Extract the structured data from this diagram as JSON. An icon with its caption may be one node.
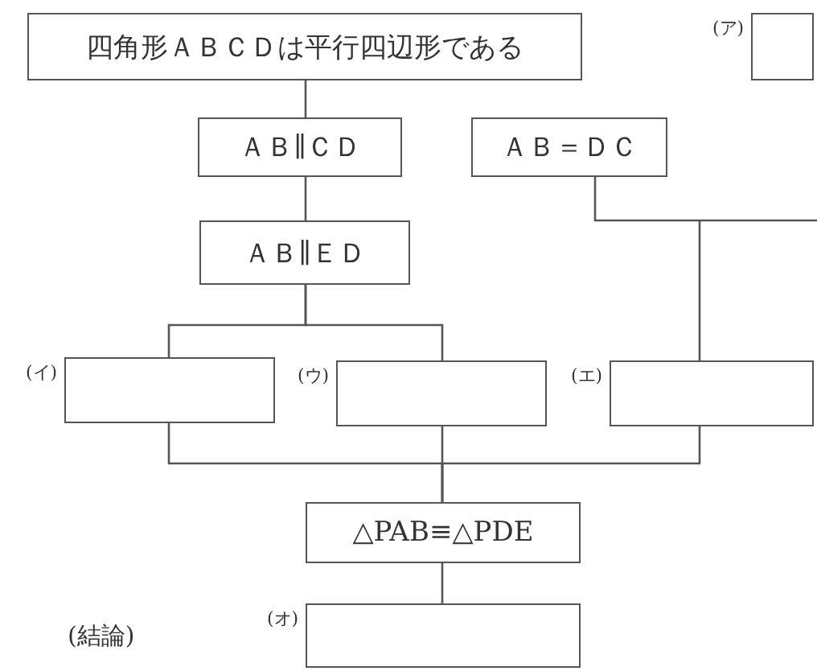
{
  "diagram": {
    "nodes": [
      {
        "text": [
          "四角形ＡＢＣＤは平行四辺形である"
        ]
      },
      {
        "text": [],
        "shape": "box",
        "beside": [
          "(ア)"
        ]
      },
      {
        "text": [
          "ＡＢ∥ＣＤ"
        ]
      },
      {
        "text": [
          "ＡＢ＝ＤＣ"
        ]
      },
      {
        "text": [
          "ＡＢ∥ＥＤ"
        ]
      },
      {
        "text": [],
        "shape": "box",
        "beside": [
          "(イ)"
        ]
      },
      {
        "text": [],
        "shape": "box",
        "beside": [
          "(ウ)"
        ]
      },
      {
        "text": [],
        "shape": "box",
        "beside": [
          "(エ)"
        ]
      },
      {
        "text": [
          "△PAB≡△PDE"
        ]
      },
      {
        "text": [],
        "shape": "box",
        "beside": [
          "(オ)"
        ]
      }
    ],
    "edges": [
      {
        "from": 0,
        "to": 2,
        "arrow": "none"
      },
      {
        "from": 2,
        "to": 4,
        "arrow": "none"
      },
      {
        "from": 4,
        "to": 5,
        "arrow": "none"
      },
      {
        "from": 4,
        "to": 6,
        "arrow": "none"
      },
      {
        "from": 3,
        "to": 7,
        "arrow": "none"
      },
      {
        "from": 5,
        "to": 8,
        "arrow": "none"
      },
      {
        "from": 6,
        "to": 8,
        "arrow": "none"
      },
      {
        "from": 7,
        "to": 8,
        "arrow": "none"
      },
      {
        "from": 8,
        "to": 9,
        "arrow": "none"
      }
    ],
    "labels": [
      "(結論)"
    ]
  }
}
